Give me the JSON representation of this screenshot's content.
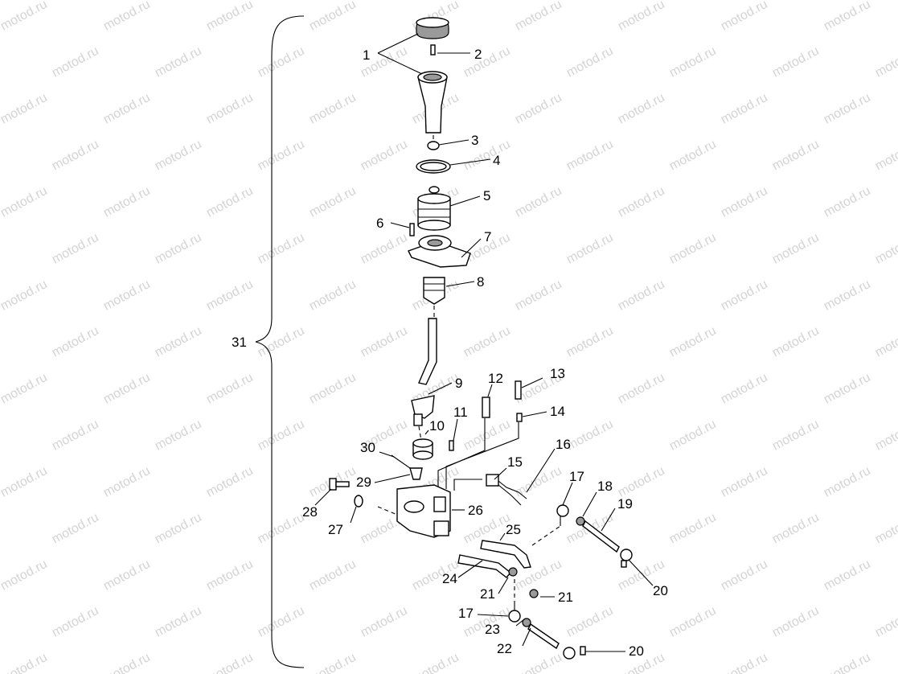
{
  "watermark": {
    "text": "motod.ru"
  },
  "callouts": {
    "c1": "1",
    "c2": "2",
    "c3": "3",
    "c4": "4",
    "c5": "5",
    "c6": "6",
    "c7": "7",
    "c8": "8",
    "c9": "9",
    "c10": "10",
    "c11": "11",
    "c12": "12",
    "c13": "13",
    "c14": "14",
    "c15": "15",
    "c16": "16",
    "c17": "17",
    "c18": "18",
    "c19": "19",
    "c20": "20",
    "c21": "21",
    "c22": "22",
    "c23": "23",
    "c24": "24",
    "c25": "25",
    "c26": "26",
    "c27": "27",
    "c28": "28",
    "c29": "29",
    "c30": "30",
    "c31": "31"
  }
}
